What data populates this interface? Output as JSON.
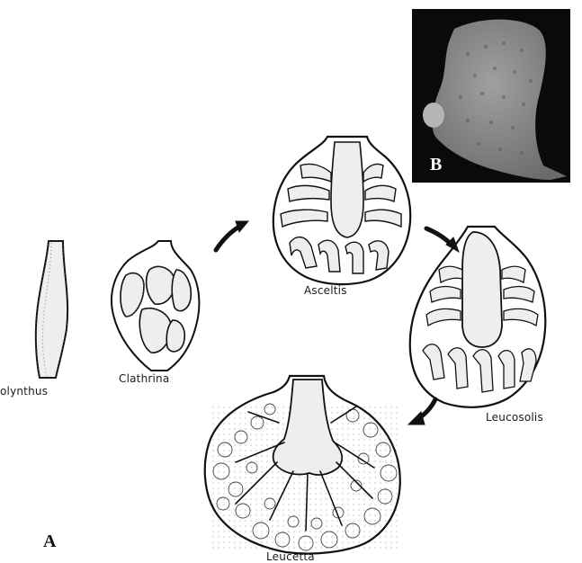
{
  "figure": {
    "panel_a_letter": "A",
    "panel_b_letter": "B",
    "labels": {
      "olynthus": "olynthus",
      "clathrina": "Clathrina",
      "asceltis": "Asceltis",
      "leucosolis": "Leucosolis",
      "leucetta": "Leucetta"
    },
    "photo_background": "#0a0a0a",
    "photo_specimen": "#8a8a8a",
    "line_color": "#111111",
    "cavity_fill": "#eeeeee"
  }
}
